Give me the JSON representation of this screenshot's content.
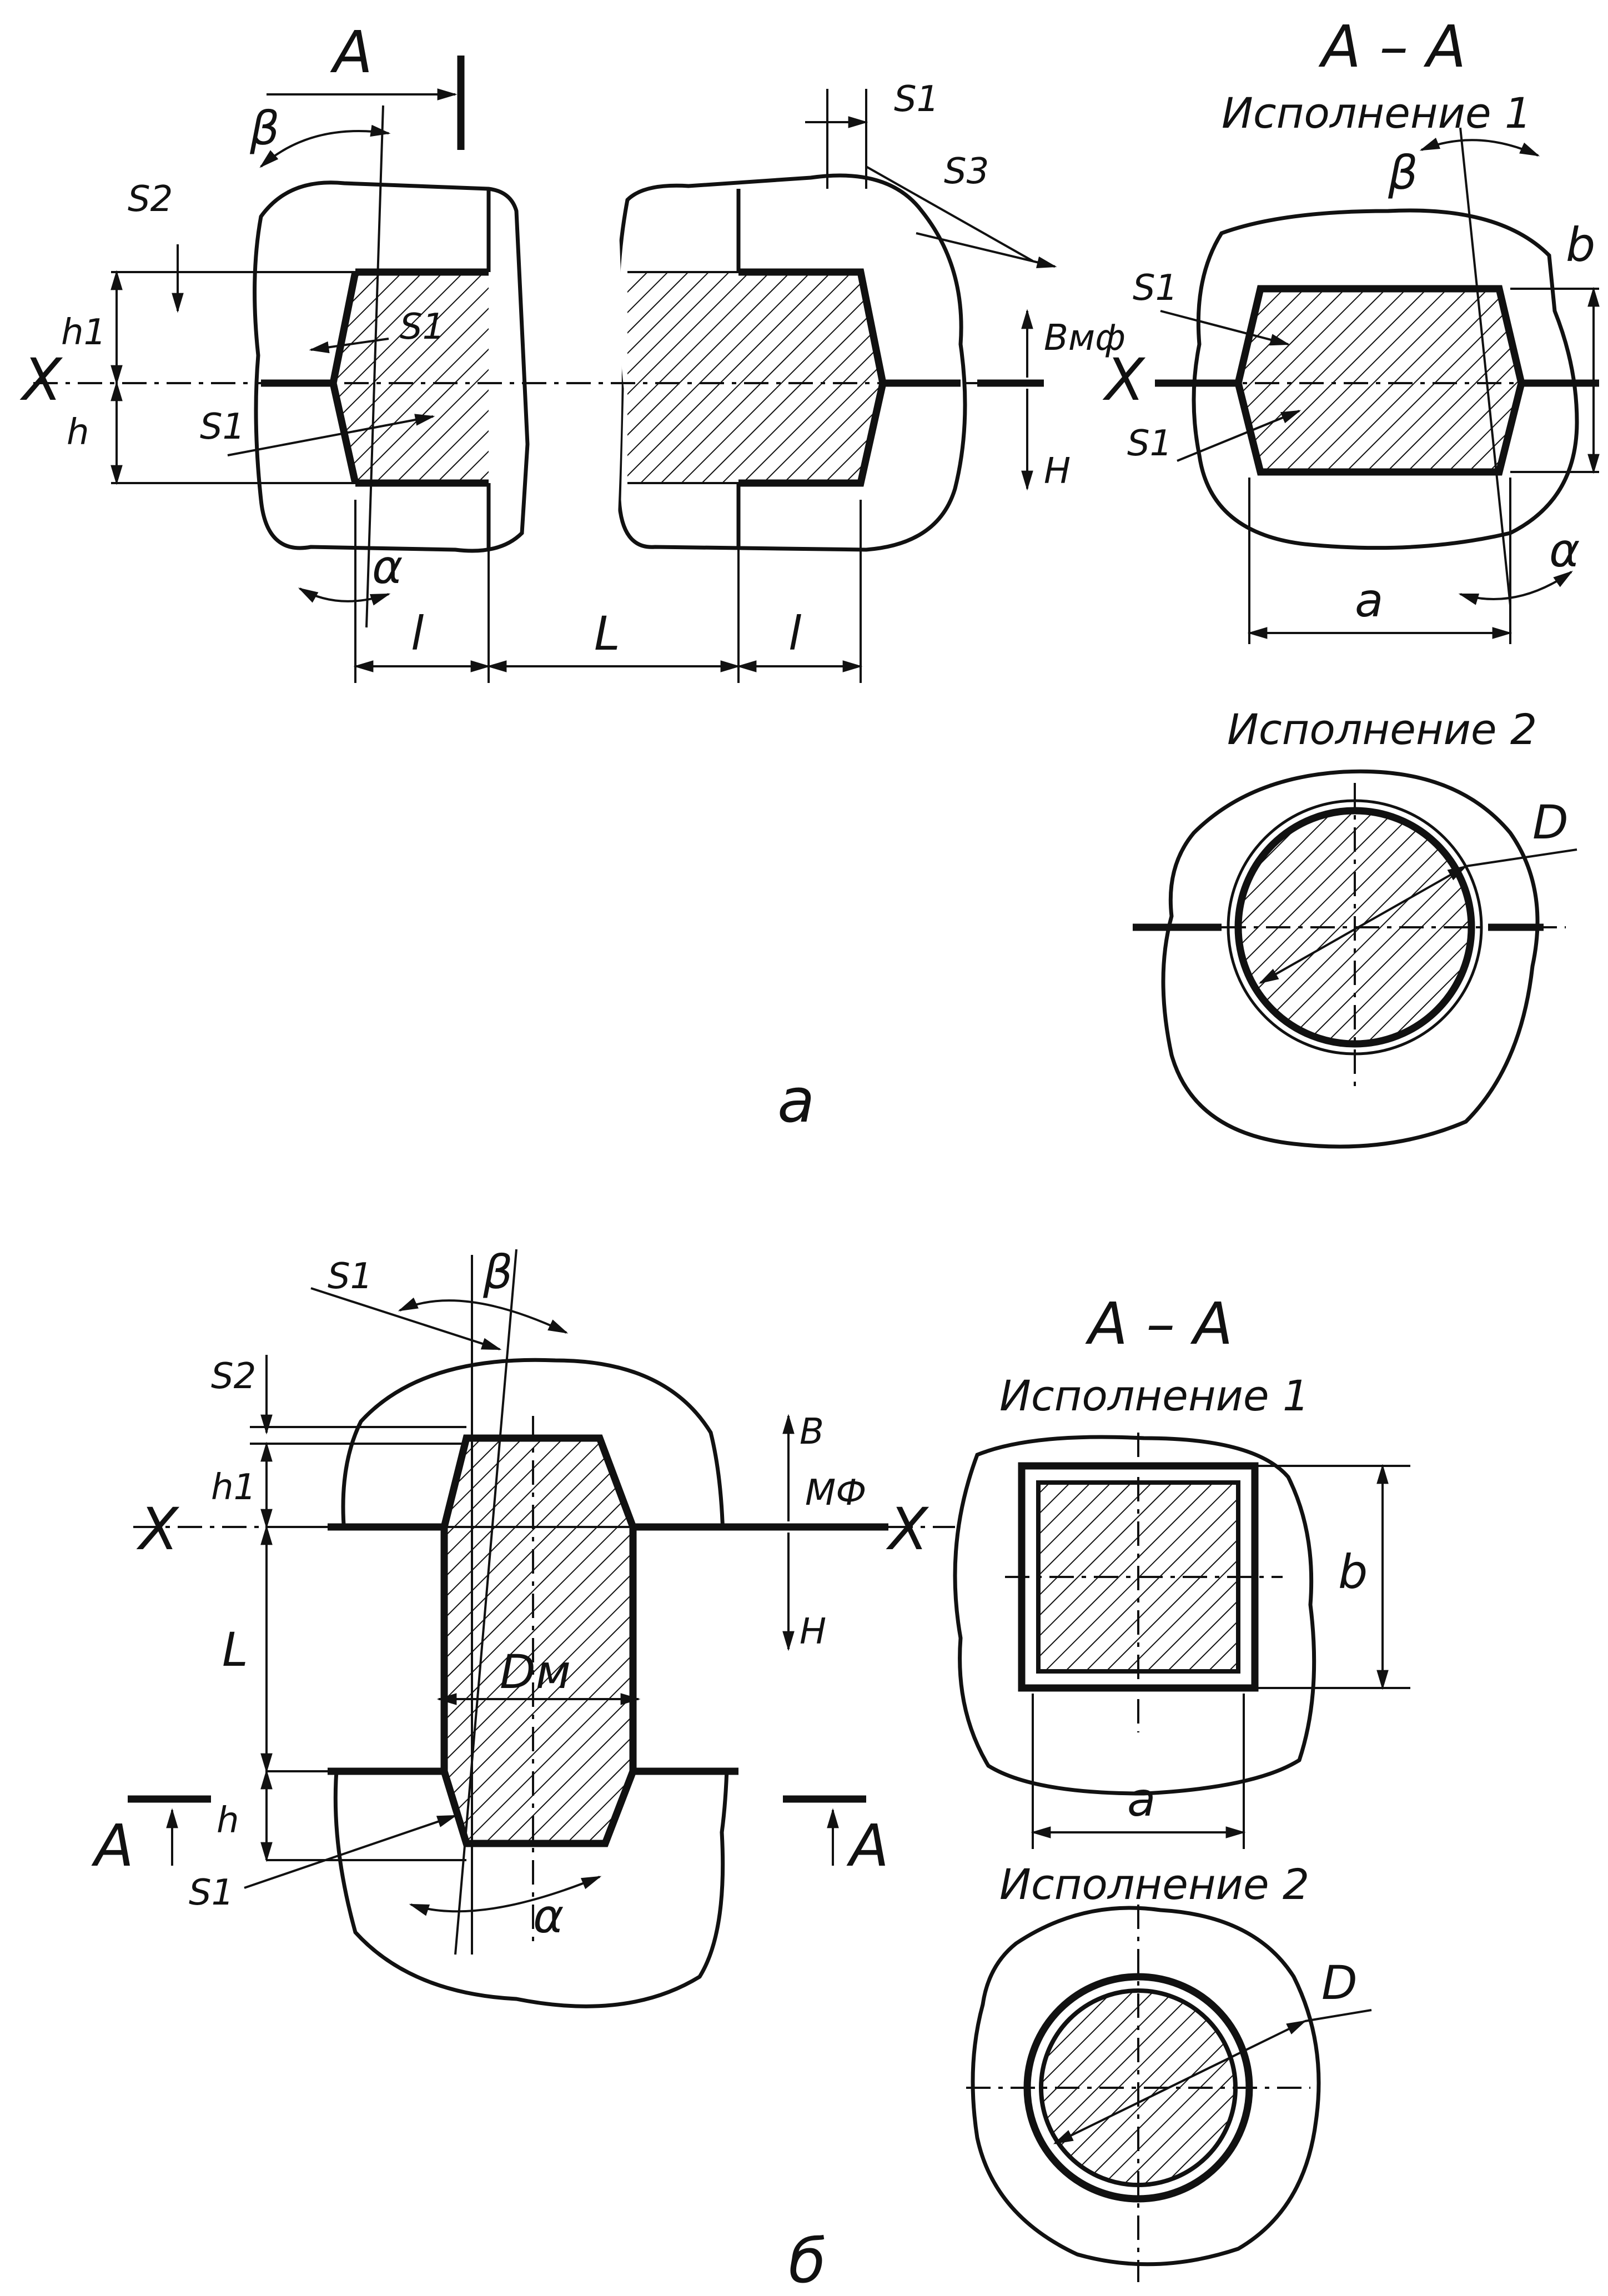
{
  "figure": {
    "accent_color": "#111111",
    "background_color": "#ffffff",
    "panel_a": {
      "caption": "a",
      "section_mark_top": "A",
      "section_title": "A – A",
      "variant_1_title": "Исполнение 1",
      "variant_2_title": "Исполнение 2",
      "labels": {
        "beta": "β",
        "alpha": "α",
        "s1": "S1",
        "s2": "S2",
        "s3": "S3",
        "h": "h",
        "h1": "h1",
        "l_left": "l",
        "l_right": "l",
        "L": "L",
        "axis_x_left": "X",
        "axis_x_right": "X",
        "b_mf": "Вмф",
        "H": "Н",
        "a": "a",
        "b": "b",
        "D": "D"
      }
    },
    "panel_b": {
      "caption": "б",
      "section_title": "А – А",
      "variant_1_title": "Исполнение 1",
      "variant_2_title": "Исполнение 2",
      "labels": {
        "beta": "β",
        "alpha": "α",
        "s1_top": "S1",
        "s1_bottom": "S1",
        "s2": "S2",
        "h1": "h1",
        "h": "h",
        "L": "L",
        "axis_x_left": "X",
        "axis_x_right": "X",
        "b_label": "В",
        "mf_label": "МФ",
        "H": "Н",
        "Dm": "Dм",
        "section_arrow_left": "А",
        "section_arrow_right": "А",
        "a": "a",
        "b": "b",
        "D": "D"
      }
    }
  }
}
